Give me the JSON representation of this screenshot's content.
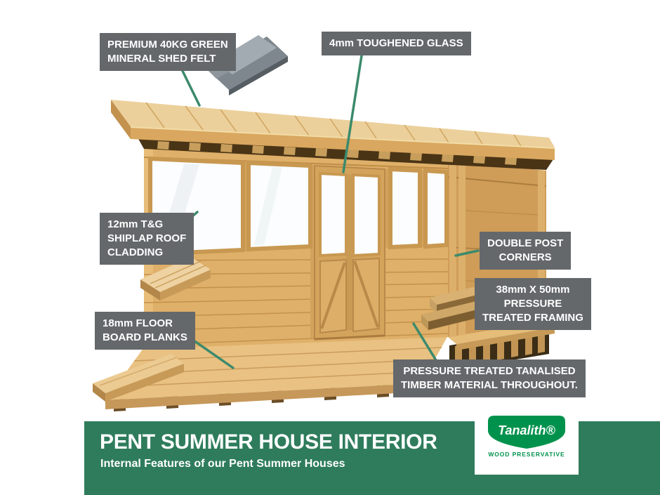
{
  "colors": {
    "banner_green": "#2e7c5c",
    "callout_gray": "#64686b",
    "leader_green": "#3c8a6c",
    "logo_green": "#00924c",
    "text_white": "#ffffff"
  },
  "callouts": {
    "shed_felt": {
      "lines": [
        "PREMIUM 40KG GREEN",
        "MINERAL SHED FELT"
      ]
    },
    "glass": {
      "lines": [
        "4mm TOUGHENED GLASS"
      ]
    },
    "shiplap": {
      "lines": [
        "12mm T&G",
        "SHIPLAP ROOF",
        "CLADDING"
      ]
    },
    "floor_boards": {
      "lines": [
        "18mm FLOOR",
        "BOARD PLANKS"
      ]
    },
    "double_posts": {
      "lines": [
        "DOUBLE POST",
        "CORNERS"
      ]
    },
    "framing": {
      "lines": [
        "38mm X 50mm",
        "PRESSURE",
        "TREATED FRAMING"
      ]
    },
    "tanalised": {
      "lines": [
        "PRESSURE TREATED TANALISED",
        "TIMBER MATERIAL THROUGHOUT."
      ]
    }
  },
  "banner": {
    "title": "PENT SUMMER HOUSE INTERIOR",
    "subtitle": "Internal Features of our Pent Summer Houses"
  },
  "logo": {
    "brand": "Tanalith®",
    "tagline": "WOOD PRESERVATIVE"
  }
}
